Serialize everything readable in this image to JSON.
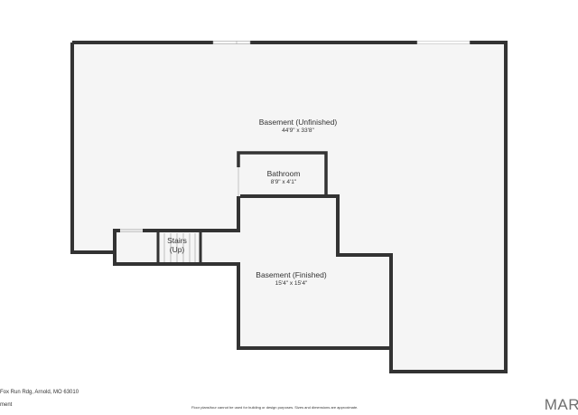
{
  "colors": {
    "wall": "#333333",
    "floor": "#f5f5f5",
    "background": "#ffffff",
    "text": "#333333",
    "brand": "#6f6f6f"
  },
  "rooms": {
    "basement_unfinished": {
      "name": "Basement (Unfinished)",
      "dimensions": "44'9\" x 33'8\""
    },
    "bathroom": {
      "name": "Bathroom",
      "dimensions": "8'9\" x 4'1\""
    },
    "stairs": {
      "name": "Stairs",
      "direction": "(Up)"
    },
    "basement_finished": {
      "name": "Basement (Finished)",
      "dimensions": "15'4\" x 15'4\""
    }
  },
  "footer": {
    "address": "Fox Run Rdg, Arnold, MO 63010",
    "floor_name": "ment",
    "disclaimer": "Floor plans/tour cannot be used for building or design purposes. Sizes and dimensions are approximate.",
    "brand": "MAR"
  }
}
